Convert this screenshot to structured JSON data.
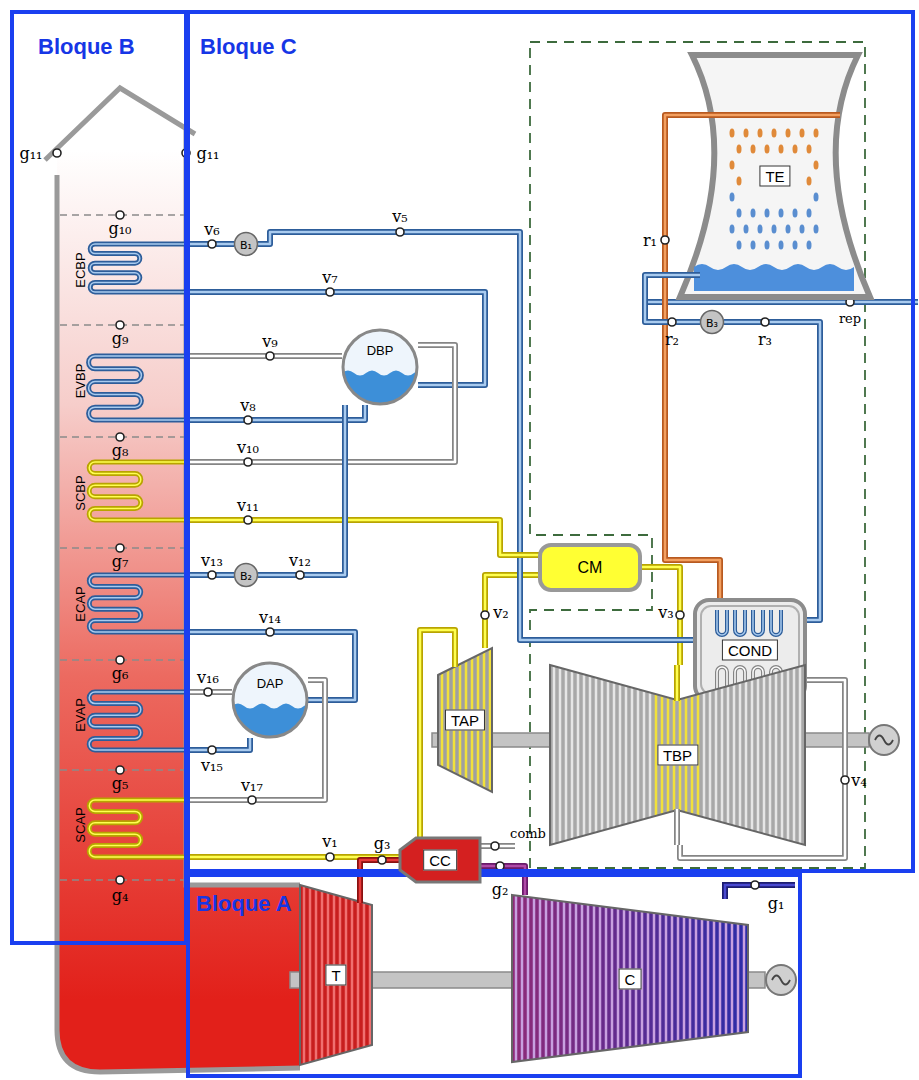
{
  "diagram": {
    "nodes": [
      {
        "text": [
          "Bloque B"
        ]
      },
      {
        "text": [
          "ECBP"
        ],
        "in": 0
      },
      {
        "text": [
          "EVBP"
        ],
        "in": 0
      },
      {
        "text": [
          "SCBP"
        ],
        "in": 0
      },
      {
        "text": [
          "ECAP"
        ],
        "in": 0
      },
      {
        "text": [
          "EVAP"
        ],
        "in": 0
      },
      {
        "text": [
          "SCAP"
        ],
        "in": 0
      },
      {
        "text": [
          "Bloque C"
        ]
      },
      {
        "text": [
          "TE"
        ],
        "in": 7
      },
      {
        "text": [
          "B₁"
        ],
        "in": 7
      },
      {
        "text": [
          "DBP"
        ],
        "in": 7
      },
      {
        "text": [
          "COND"
        ],
        "in": 7
      },
      {
        "text": [
          "B₃"
        ],
        "in": 7
      },
      {
        "text": [
          "B₂"
        ],
        "in": 7
      },
      {
        "text": [
          "CM"
        ],
        "in": 7
      },
      {
        "text": [
          "DAP"
        ],
        "in": 7
      },
      {
        "text": [
          "TAP"
        ],
        "in": 7
      },
      {
        "text": [
          "TBP"
        ],
        "in": 7
      },
      {
        "text": [
          "Bloque A"
        ]
      },
      {
        "text": [
          "CC"
        ],
        "in": 18
      },
      {
        "text": [
          "T"
        ],
        "in": 18
      },
      {
        "text": [
          "C"
        ],
        "in": 18
      }
    ],
    "edges": [
      {
        "from": 6,
        "to": 16,
        "arrow": "none",
        "label": "v₁"
      },
      {
        "from": 16,
        "to": 14,
        "arrow": "none",
        "label": "v₂"
      },
      {
        "from": 14,
        "to": 17,
        "arrow": "none",
        "label": "v₃"
      },
      {
        "from": 17,
        "to": 11,
        "arrow": "none",
        "label": "v₄"
      },
      {
        "from": 11,
        "to": 9,
        "arrow": "none",
        "label": "v₅"
      },
      {
        "from": 9,
        "to": 1,
        "arrow": "none",
        "label": "v₆"
      },
      {
        "from": 1,
        "to": 10,
        "arrow": "none",
        "label": "v₇"
      },
      {
        "from": 10,
        "to": 2,
        "arrow": "none",
        "label": "v₈"
      },
      {
        "from": 2,
        "to": 10,
        "arrow": "none",
        "label": "v₉"
      },
      {
        "from": 10,
        "to": 3,
        "arrow": "none",
        "label": "v₁₀"
      },
      {
        "from": 3,
        "to": 14,
        "arrow": "none",
        "label": "v₁₁"
      },
      {
        "from": 10,
        "to": 13,
        "arrow": "none",
        "label": "v₁₂"
      },
      {
        "from": 13,
        "to": 4,
        "arrow": "none",
        "label": "v₁₃"
      },
      {
        "from": 4,
        "to": 15,
        "arrow": "none",
        "label": "v₁₄"
      },
      {
        "from": 15,
        "to": 5,
        "arrow": "none",
        "label": "v₁₅"
      },
      {
        "from": 5,
        "to": 15,
        "arrow": "none",
        "label": "v₁₆"
      },
      {
        "from": 15,
        "to": 6,
        "arrow": "none",
        "label": "v₁₇"
      },
      {
        "from": 11,
        "to": 8,
        "arrow": "none",
        "label": "r₁"
      },
      {
        "from": 8,
        "to": 12,
        "arrow": "none",
        "label": "r₂"
      },
      {
        "from": 12,
        "to": 11,
        "arrow": "none",
        "label": "r₃"
      },
      {
        "from": 21,
        "to": 19,
        "arrow": "none",
        "label": "g₂"
      },
      {
        "from": 19,
        "to": 20,
        "arrow": "none",
        "label": "g₃"
      }
    ],
    "labels": [
      "g₁₁",
      "g₁₁",
      "g₁₀",
      "g₉",
      "g₈",
      "g₇",
      "g₆",
      "g₅",
      "g₄",
      "comb",
      "g₁",
      "rep"
    ]
  }
}
